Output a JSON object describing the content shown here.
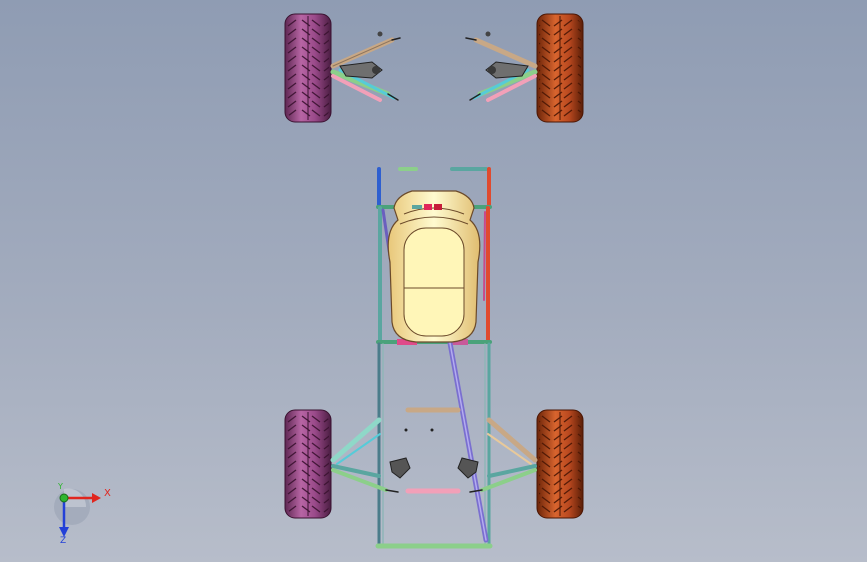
{
  "viewport": {
    "background_top": "#8f9cb3",
    "background_bottom": "#b7bdca"
  },
  "axes": {
    "x_label": "X",
    "y_label": "Y",
    "z_label": "Z",
    "x_color": "#e0261e",
    "y_color": "#2fb52f",
    "z_color": "#2340d8"
  },
  "model": {
    "left_tire_color": "#9a4a8a",
    "right_tire_color": "#b9481f",
    "seat_color": "#fff6b8",
    "frame_colors": [
      "#5aa6a0",
      "#e04a2e",
      "#8ccf8a",
      "#6a5fbf",
      "#c8a886",
      "#f2a0b8"
    ]
  }
}
